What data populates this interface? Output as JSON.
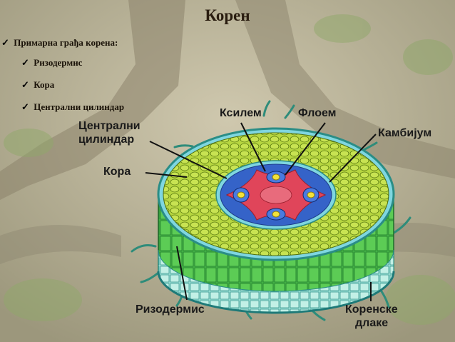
{
  "slide": {
    "title": "Корен",
    "bullets": [
      {
        "level": 1,
        "text": "Примарна грађа корена:"
      },
      {
        "level": 2,
        "text": "Ризодермис"
      },
      {
        "level": 2,
        "text": "Кора"
      },
      {
        "level": 2,
        "text": "Централни цилиндар"
      }
    ]
  },
  "diagram": {
    "labels": {
      "xylem": "Ксилем",
      "phloem": "Флоем",
      "cambium": "Камбијум",
      "central_cylinder_1": "Централни",
      "central_cylinder_2": "цилиндар",
      "cortex": "Кора",
      "rhizodermis": "Ризодермис",
      "root_hairs_1": "Коренске",
      "root_hairs_2": "длаке"
    },
    "colors": {
      "cortex": "#b7d640",
      "rhizodermis": "#4fc24f",
      "xylem": "#e0455a",
      "phloem": "#3563c8",
      "cambium": "#7fd6e0",
      "background": "#b9b29a"
    }
  }
}
